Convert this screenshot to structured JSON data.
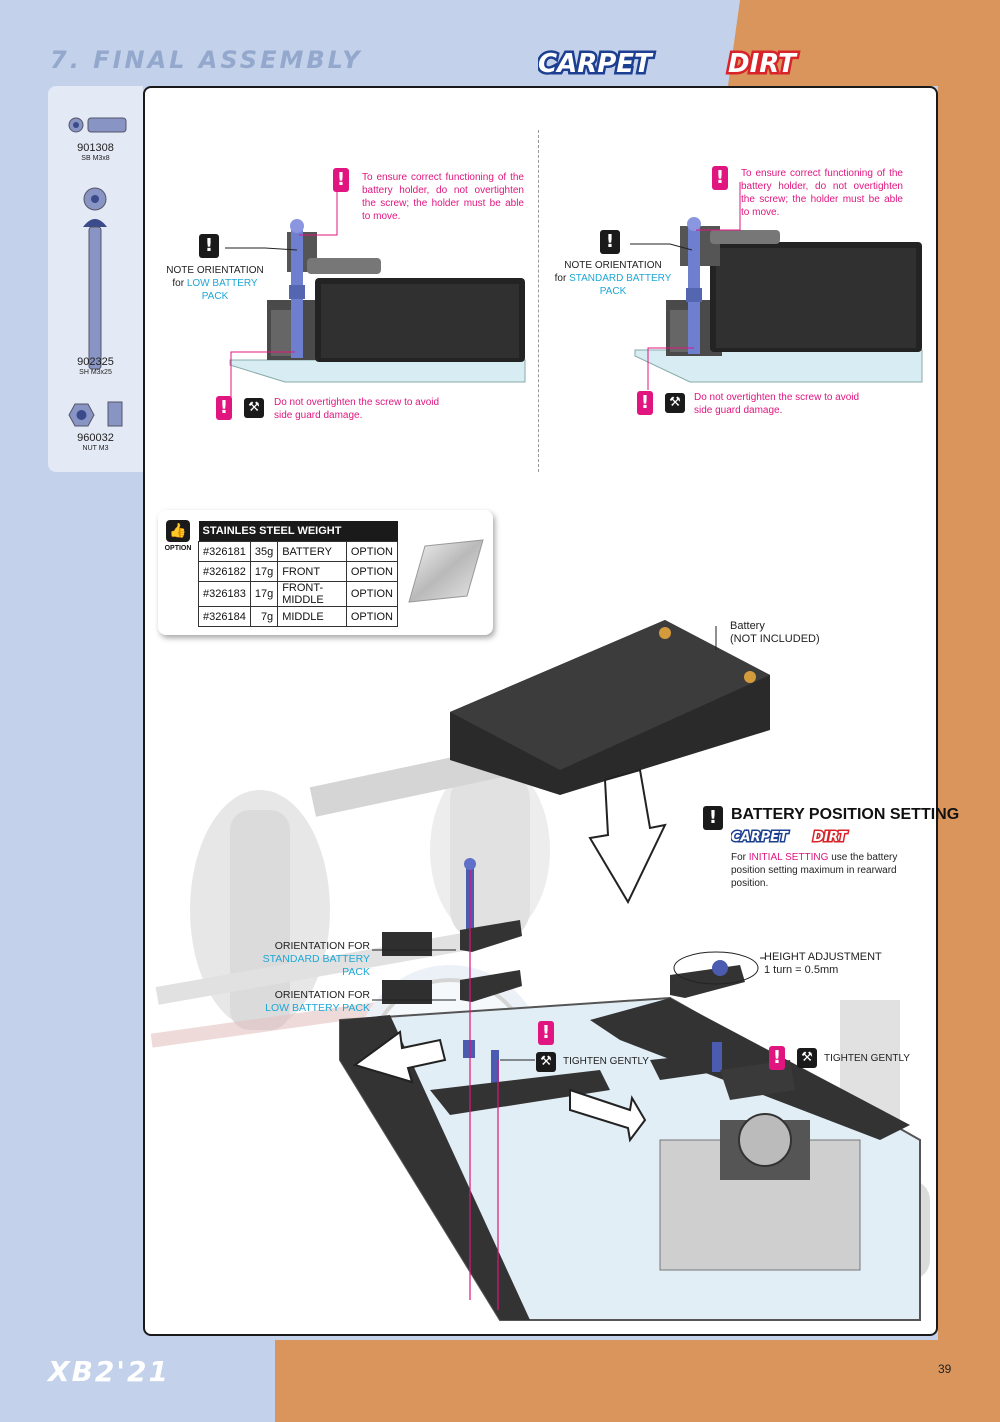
{
  "header": {
    "section_title": "7. FINAL ASSEMBLY",
    "badge_carpet": "CARPET",
    "badge_dirt": "DIRT"
  },
  "sidebar": {
    "parts": [
      {
        "code": "901308",
        "desc": "SB M3x8"
      },
      {
        "code": "902325",
        "desc": "SH M3x25"
      },
      {
        "code": "960032",
        "desc": "NUT M3"
      }
    ]
  },
  "left_detail": {
    "note_top": "To ensure correct functioning of the battery holder, do not overtighten the screw; the holder must be able to move.",
    "orientation_line1": "NOTE ORIENTATION",
    "orientation_line2_prefix": "for",
    "orientation_line2_highlight": "LOW BATTERY PACK",
    "note_bottom": "Do not overtighten the screw to avoid side guard damage."
  },
  "right_detail": {
    "note_top": "To ensure correct functioning of the battery holder, do not overtighten the screw; the holder must be able to move.",
    "orientation_line1": "NOTE ORIENTATION",
    "orientation_line2_prefix": "for",
    "orientation_line2_highlight": "STANDARD BATTERY PACK",
    "note_bottom": "Do not overtighten the screw to avoid side guard damage."
  },
  "weight_table": {
    "option_label": "OPTION",
    "title": "STAINLES STEEL WEIGHT",
    "rows": [
      [
        "#326181",
        "35g",
        "BATTERY",
        "OPTION"
      ],
      [
        "#326182",
        "17g",
        "FRONT",
        "OPTION"
      ],
      [
        "#326183",
        "17g",
        "FRONT-MIDDLE",
        "OPTION"
      ],
      [
        "#326184",
        "7g",
        "MIDDLE",
        "OPTION"
      ]
    ]
  },
  "main_assembly": {
    "battery_label_line1": "Battery",
    "battery_label_line2": "(NOT INCLUDED)",
    "position_title": "BATTERY POSITION SETTING",
    "position_carpet": "CARPET",
    "position_dirt": "DIRT",
    "position_text_prefix": "For",
    "position_text_highlight": "INITIAL SETTING",
    "position_text_rest": "use the battery position setting maximum in rearward position.",
    "height_adj_line1": "HEIGHT ADJUSTMENT",
    "height_adj_line2": "1 turn = 0.5mm",
    "orient_standard_line1": "ORIENTATION FOR",
    "orient_standard_line2": "STANDARD BATTERY PACK",
    "orient_low_line1": "ORIENTATION FOR",
    "orient_low_line2": "LOW BATTERY PACK",
    "tighten_gently_1": "TIGHTEN GENTLY",
    "tighten_gently_2": "TIGHTEN GENTLY"
  },
  "footer": {
    "logo": "XB2'21",
    "page_number": "39"
  }
}
